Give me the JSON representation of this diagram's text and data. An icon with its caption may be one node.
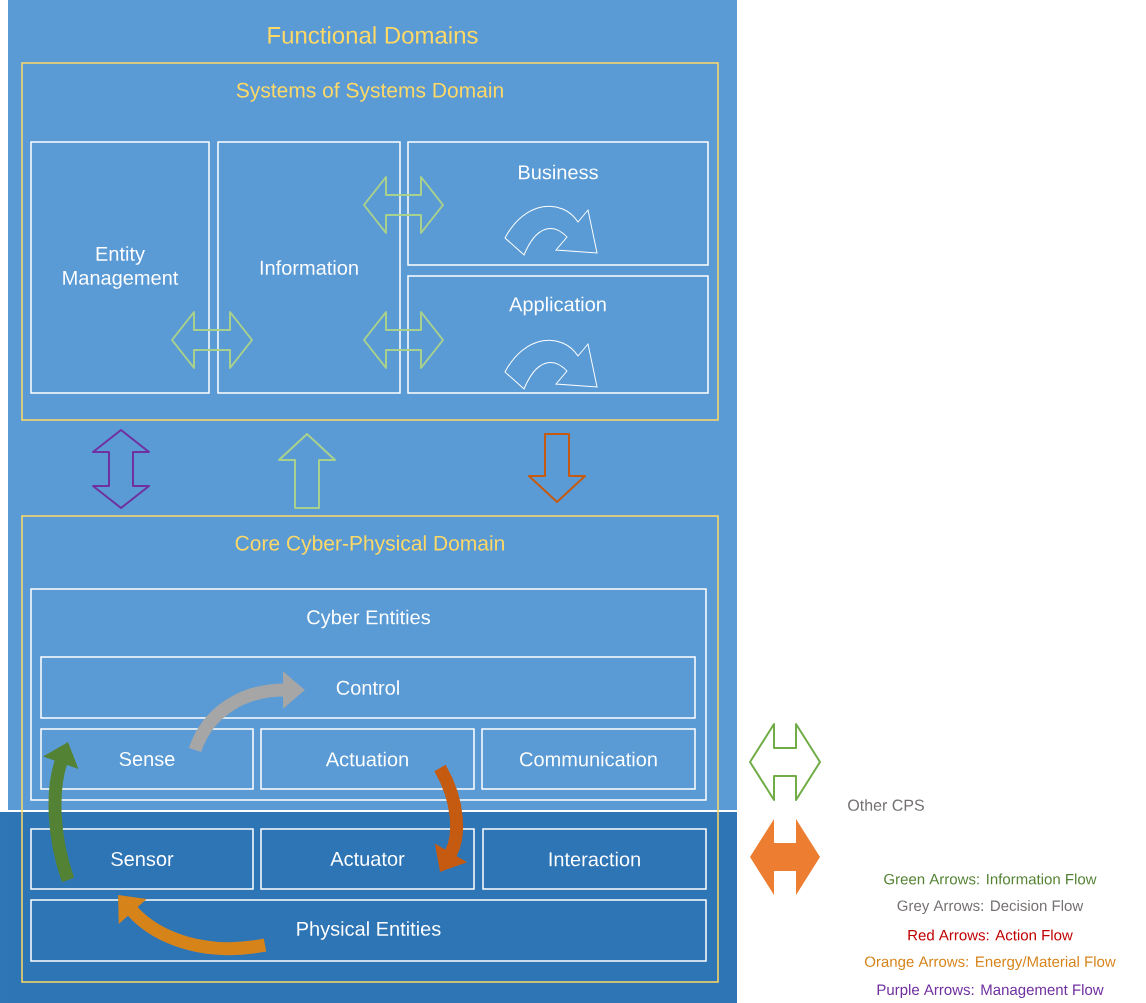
{
  "diagram": {
    "nodes": [
      {
        "text": [
          "Functional Domains"
        ]
      },
      {
        "text": [
          "Systems of Systems Domain"
        ],
        "in": 0
      },
      {
        "text": [
          "Entity Management"
        ],
        "in": 1
      },
      {
        "text": [
          "Information"
        ],
        "in": 1
      },
      {
        "text": [
          "Business"
        ],
        "in": 1
      },
      {
        "text": [
          "Application"
        ],
        "in": 1
      },
      {
        "text": [
          "Core Cyber-Physical Domain"
        ]
      },
      {
        "text": [
          "Cyber Entities"
        ]
      },
      {
        "text": [
          "Control"
        ],
        "in": 7
      },
      {
        "text": [
          "Sense"
        ],
        "in": 7
      },
      {
        "text": [
          "Actuation"
        ],
        "in": 7
      },
      {
        "text": [
          "Communication"
        ],
        "in": 7
      },
      {
        "text": [
          "Sensor"
        ],
        "in": 6
      },
      {
        "text": [
          "Actuator"
        ],
        "in": 6
      },
      {
        "text": [
          "Interaction"
        ],
        "in": 6
      },
      {
        "text": [
          "Physical Entities"
        ],
        "in": 6
      },
      {
        "text": [
          "Other CPS"
        ]
      }
    ],
    "edges": [
      {
        "from": 2,
        "to": 3,
        "arrow": "both"
      },
      {
        "from": 3,
        "to": 4,
        "arrow": "both"
      },
      {
        "from": 3,
        "to": 5,
        "arrow": "both"
      },
      {
        "from": 1,
        "to": 6,
        "arrow": "both",
        "color": "#7030a0"
      },
      {
        "from": 6,
        "to": 1,
        "arrow": "to"
      },
      {
        "from": 1,
        "to": 6,
        "arrow": "to",
        "color": "#c55a11"
      },
      {
        "from": 12,
        "to": 9,
        "arrow": "to",
        "color": "#548235"
      },
      {
        "from": 9,
        "to": 8,
        "arrow": "to",
        "color": "#a6a6a6"
      },
      {
        "from": 10,
        "to": 13,
        "arrow": "to",
        "color": "#c55a11"
      },
      {
        "from": 15,
        "to": 12,
        "arrow": "to",
        "color": "#d6841a"
      },
      {
        "from": 7,
        "to": 16,
        "arrow": "both",
        "color": "#70ad47"
      },
      {
        "from": 6,
        "to": 16,
        "arrow": "both",
        "style": "thick",
        "color": "#ed7d31"
      }
    ],
    "legend": [
      {
        "text": "Green Arrows: Information Flow",
        "color": "#548235"
      },
      {
        "text": "Grey Arrows: Decision Flow",
        "color": "#767171"
      },
      {
        "text": "Red Arrows: Action Flow",
        "color": "#c00000"
      },
      {
        "text": "Orange Arrows: Energy/Material Flow",
        "color": "#d6841a"
      },
      {
        "text": "Purple Arrows: Management Flow",
        "color": "#7030a0"
      }
    ]
  }
}
